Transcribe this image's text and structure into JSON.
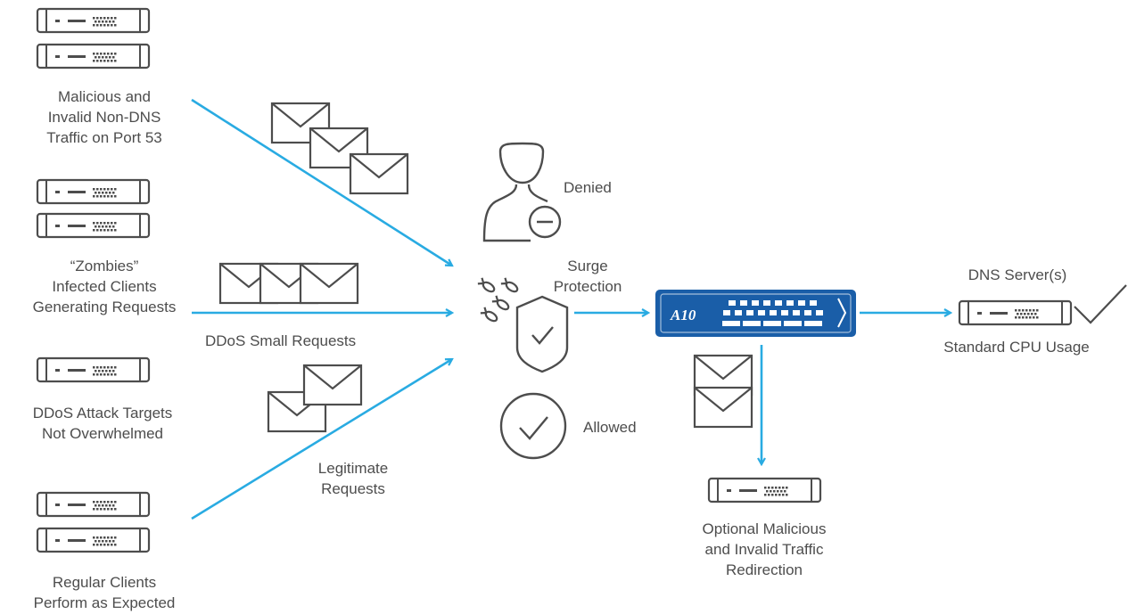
{
  "labels": {
    "malicious": [
      "Malicious and",
      "Invalid Non-DNS",
      "Traffic on Port 53"
    ],
    "zombies": [
      "“Zombies”",
      "Infected Clients",
      "Generating Requests"
    ],
    "ddos_targets": [
      "DDoS Attack Targets",
      "Not Overwhelmed"
    ],
    "regular": [
      "Regular Clients",
      "Perform as Expected"
    ],
    "ddos_small": "DDoS Small Requests",
    "legitimate": [
      "Legitimate",
      "Requests"
    ],
    "denied": "Denied",
    "surge": [
      "Surge",
      "Protection"
    ],
    "allowed": "Allowed",
    "dns_server": "DNS Server(s)",
    "standard_cpu": "Standard CPU Usage",
    "optional": [
      "Optional Malicious",
      "and Invalid Traffic",
      "Redirection"
    ],
    "device_logo": "A10"
  },
  "colors": {
    "arrow": "#29abe2",
    "icon_stroke": "#4d4d4d",
    "device_blue": "#1a5ea8",
    "text": "#4d4d4d"
  },
  "icons": [
    "server-icon",
    "envelope-icon",
    "user-denied-icon",
    "shield-check-icon",
    "bomb-icon",
    "check-circle-icon",
    "checkmark-icon",
    "a10-appliance-icon"
  ]
}
